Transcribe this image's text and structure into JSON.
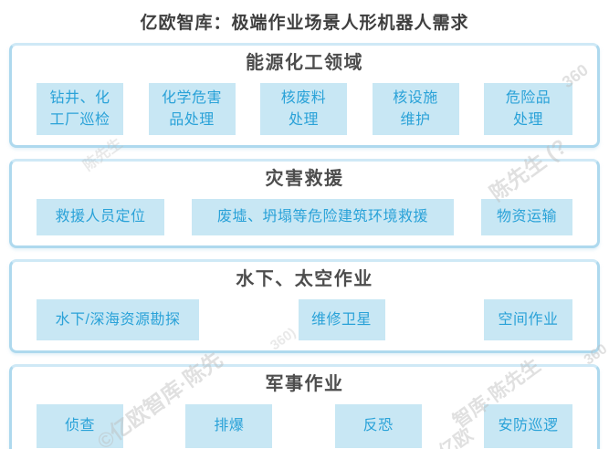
{
  "title": "亿欧智库：极端作业场景人形机器人需求",
  "sections": [
    {
      "heading": "能源化工领域",
      "items": [
        "钻井、化\n工厂巡检",
        "化学危害\n品处理",
        "核废料\n处理",
        "核设施\n维护",
        "危险品\n处理"
      ]
    },
    {
      "heading": "灾害救援",
      "items": [
        "救援人员定位",
        "废墟、坍塌等危险建筑环境救援",
        "物资运输"
      ]
    },
    {
      "heading": "水下、太空作业",
      "items": [
        "水下/深海资源勘探",
        "维修卫星",
        "空间作业"
      ]
    },
    {
      "heading": "军事作业",
      "items": [
        "侦查",
        "排爆",
        "反恐",
        "安防巡逻"
      ]
    }
  ],
  "watermarks": [
    "360",
    "陈先生 (?",
    "©亿欧智库·陈先",
    "360)",
    "智库·陈先生",
    "陈先生",
    "360",
    "©亿欧"
  ],
  "colors": {
    "box_background": "#c8e7f4",
    "box_text": "#2aa2d8",
    "panel_border": "#aed9ee",
    "heading_text": "#4d4d4d",
    "title_text": "#3f3f3f",
    "watermark": "#bcbcbc"
  }
}
